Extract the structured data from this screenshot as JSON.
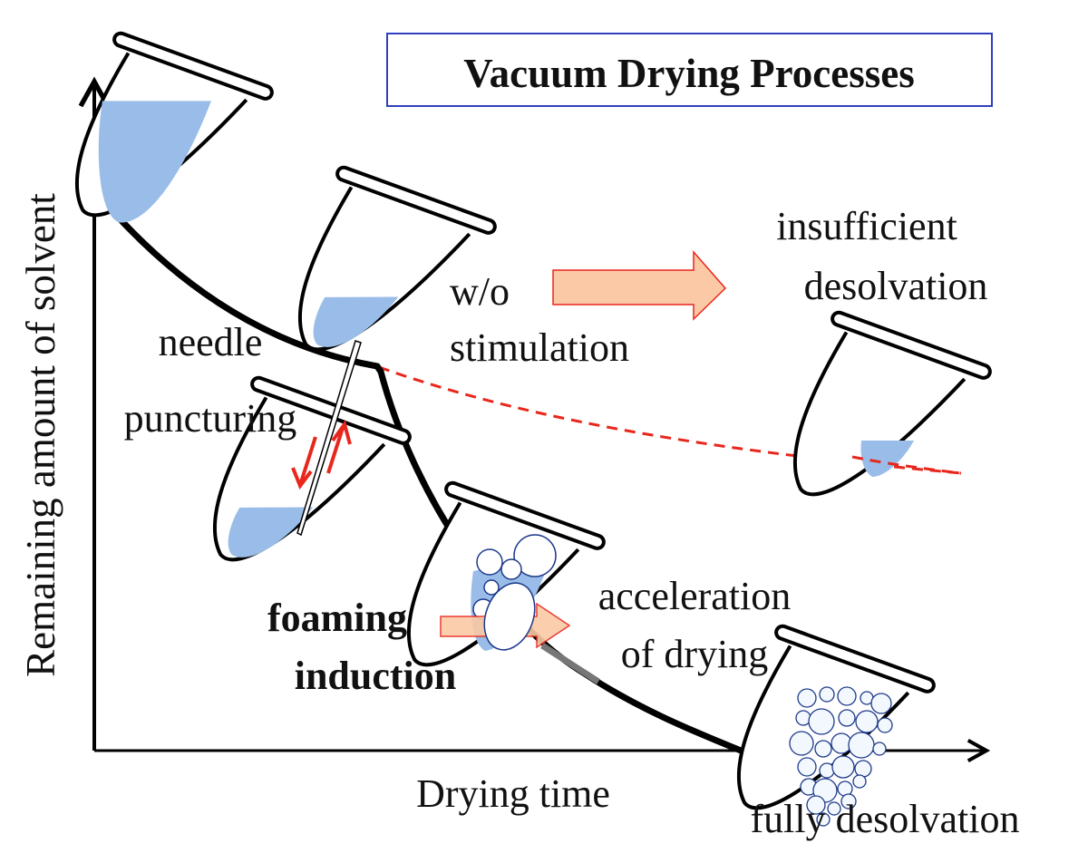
{
  "title": "Vacuum Drying Processes",
  "axes": {
    "x_label": "Drying time",
    "y_label": "Remaining amount of solvent"
  },
  "labels": {
    "needle_line1": "needle",
    "needle_line2": "puncturing",
    "without_line1": "w/o",
    "without_line2": "stimulation",
    "insufficient_line1": "insufficient",
    "insufficient_line2": "desolvation",
    "foaming_line1": "foaming",
    "foaming_line2": "induction",
    "acceleration_line1": "acceleration",
    "acceleration_line2": "of drying",
    "fully": "fully desolvation"
  },
  "curves": [
    {
      "name": "drying curve with foaming",
      "style": "solid",
      "color": "#000000"
    },
    {
      "name": "drying curve without stimulation",
      "style": "dashed",
      "color": "#e8271c"
    }
  ],
  "stages": [
    {
      "name": "initial",
      "state": "full liquid"
    },
    {
      "name": "before stimulation",
      "state": "reduced liquid"
    },
    {
      "name": "needle puncturing",
      "state": "needle inserted"
    },
    {
      "name": "foaming induction",
      "state": "large bubbles"
    },
    {
      "name": "insufficient desolvation",
      "state": "residual liquid"
    },
    {
      "name": "fully desolvation",
      "state": "fine foam"
    }
  ],
  "colors": {
    "liquid": "#99bde8",
    "arrow_fill": "#fbc9a6",
    "arrow_stroke": "#e8271c",
    "title_border": "#2f3fbf",
    "dashed": "#e8271c",
    "bubble_stroke": "#1e3a8a"
  }
}
